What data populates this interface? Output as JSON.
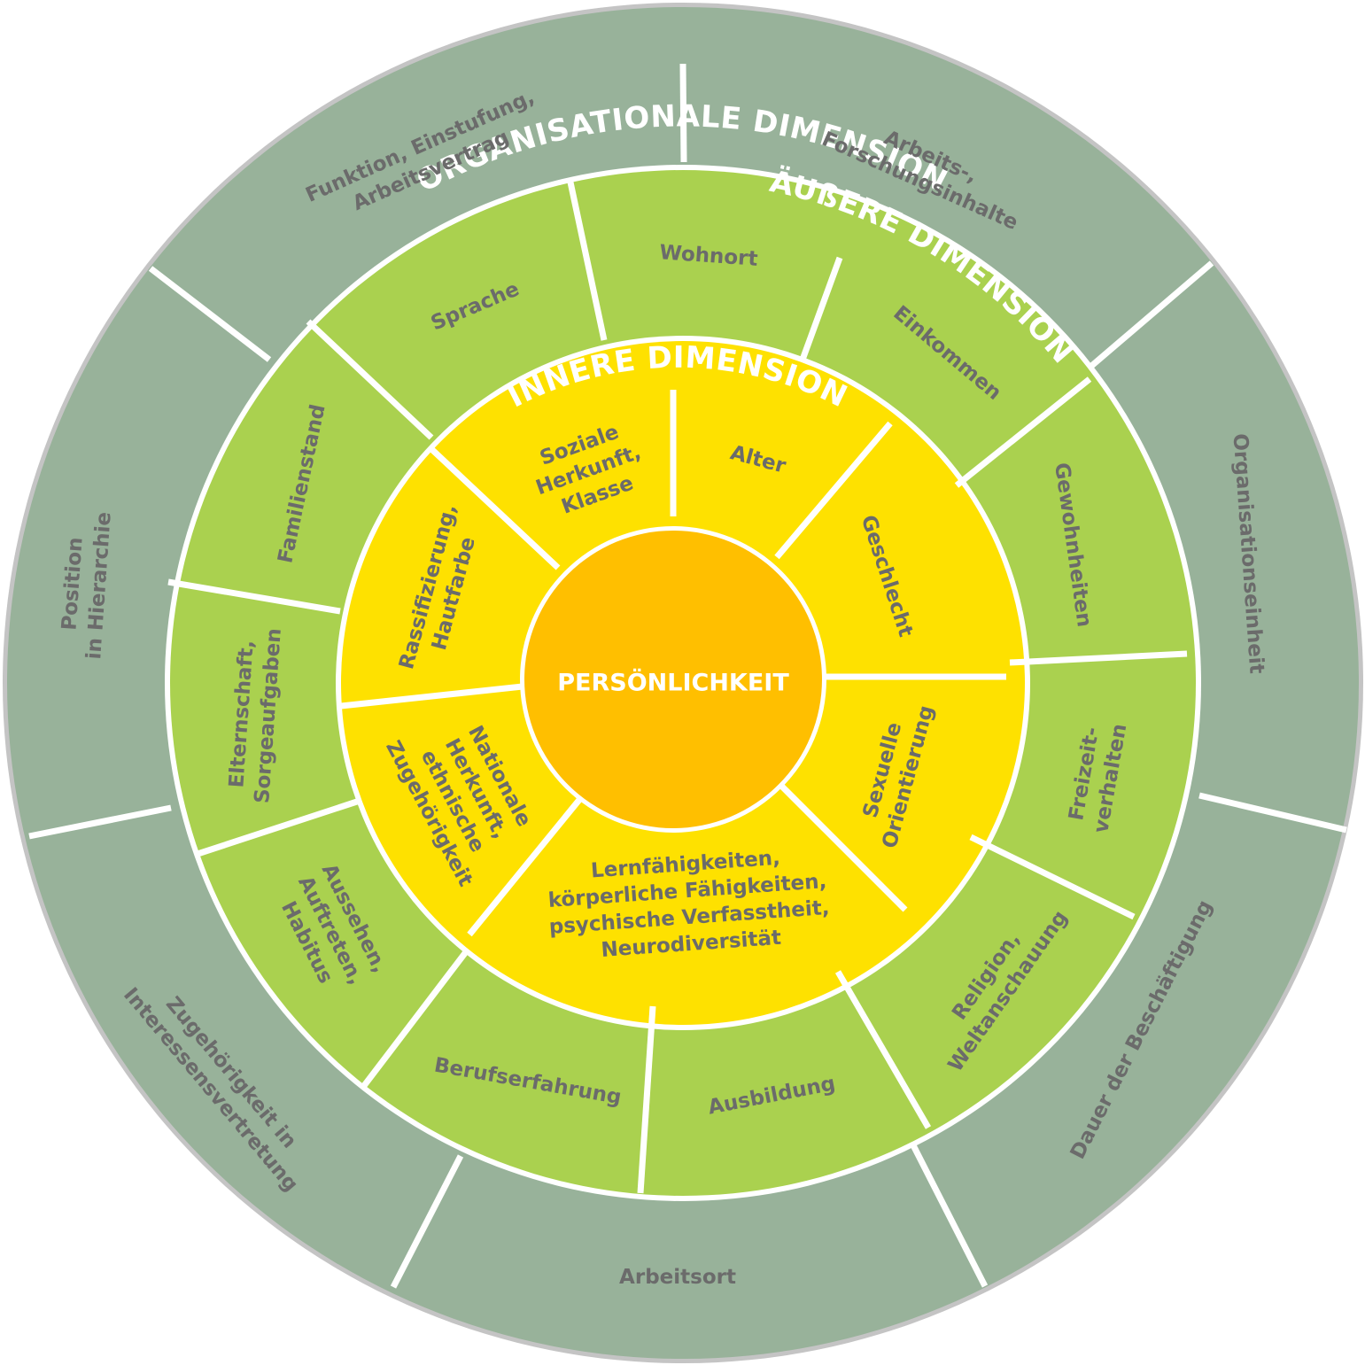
{
  "colors": {
    "outer_ring": "#98b29a",
    "outer_border": "#c4c4c4",
    "middle_ring": "#aad14f",
    "inner_ring": "#fee100",
    "center": "#ffbf00",
    "separator": "#ffffff",
    "label": "#6b6b6b",
    "title": "#ffffff"
  },
  "center": {
    "label": "PERSÖNLICHKEIT"
  },
  "inner": {
    "title": "INNERE DIMENSION",
    "segments": [
      {
        "lines": [
          "Soziale",
          "Herkunft,",
          "Klasse"
        ]
      },
      {
        "lines": [
          "Alter"
        ]
      },
      {
        "lines": [
          "Geschlecht"
        ]
      },
      {
        "lines": [
          "Sexuelle",
          "Orientierung"
        ]
      },
      {
        "lines": [
          "Lernfähigkeiten,",
          "körperliche Fähigkeiten,",
          "psychische Verfasstheit,",
          "Neurodiversität"
        ]
      },
      {
        "lines": [
          "Nationale",
          "Herkunft,",
          "ethnische",
          "Zugehörigkeit"
        ]
      },
      {
        "lines": [
          "Rassifizierung,",
          "Hautfarbe"
        ]
      }
    ]
  },
  "middle": {
    "title": "ÄUßERE DIMENSION",
    "segments": [
      {
        "lines": [
          "Wohnort"
        ]
      },
      {
        "lines": [
          "Einkommen"
        ]
      },
      {
        "lines": [
          "Gewohnheiten"
        ]
      },
      {
        "lines": [
          "Freizeit-",
          "verhalten"
        ]
      },
      {
        "lines": [
          "Religion,",
          "Weltanschauung"
        ]
      },
      {
        "lines": [
          "Ausbildung"
        ]
      },
      {
        "lines": [
          "Berufserfahrung"
        ]
      },
      {
        "lines": [
          "Aussehen,",
          "Auftreten,",
          "Habitus"
        ]
      },
      {
        "lines": [
          "Elternschaft,",
          "Sorgeaufgaben"
        ]
      },
      {
        "lines": [
          "Familienstand"
        ]
      },
      {
        "lines": [
          "Sprache"
        ]
      }
    ]
  },
  "outer": {
    "title": "ORGANISATIONALE DIMENSION",
    "segments": [
      {
        "lines": [
          "Arbeits-,",
          "Forschungsinhalte"
        ]
      },
      {
        "lines": [
          "Organisationseinheit"
        ]
      },
      {
        "lines": [
          "Dauer der Beschäftigung"
        ]
      },
      {
        "lines": [
          "Arbeitsort"
        ]
      },
      {
        "lines": [
          "Zugehörigkeit in",
          "Interessensvertretung"
        ]
      },
      {
        "lines": [
          "Position",
          "in Hierarchie"
        ]
      },
      {
        "lines": [
          "Funktion, Einstufung,",
          "Arbeitsvertrag"
        ]
      }
    ]
  }
}
